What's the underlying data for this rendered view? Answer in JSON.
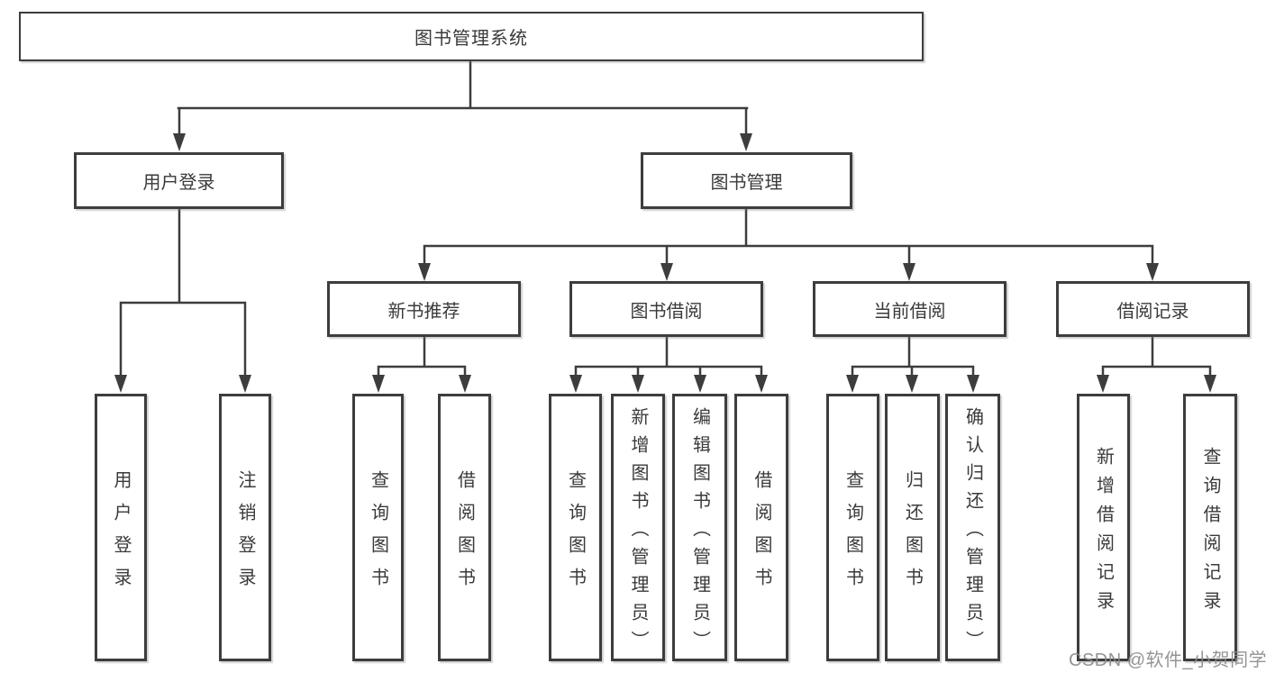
{
  "title": "图书管理系统",
  "level2": {
    "login": "用户登录",
    "manage": "图书管理"
  },
  "level3": {
    "recommend": "新书推荐",
    "borrow": "图书借阅",
    "current": "当前借阅",
    "records": "借阅记录"
  },
  "leaves": {
    "login": [
      "用户登录",
      "注销登录"
    ],
    "recommend": [
      "查询图书",
      "借阅图书"
    ],
    "borrow": [
      "查询图书",
      "新增图书（管理员）",
      "编辑图书（管理员）",
      "借阅图书"
    ],
    "current": [
      "查询图书",
      "归还图书",
      "确认归还（管理员）"
    ],
    "records": [
      "新增借阅记录",
      "查询借阅记录"
    ]
  },
  "watermark": "CSDN @软件_小贺同学",
  "colors": {
    "background": "#ffffff",
    "line": "#3d3d3d",
    "text": "#3a3a3a",
    "watermark": "#8b8b8b"
  }
}
